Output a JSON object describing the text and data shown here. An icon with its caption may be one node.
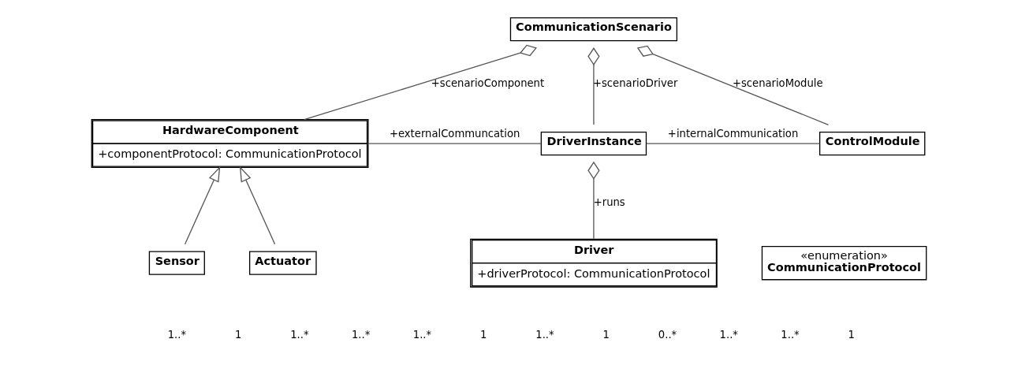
{
  "diagram": {
    "nodes": [
      {
        "text": [
          "CommunicationScenario"
        ]
      },
      {
        "text": [
          "HardwareComponent",
          "+componentProtocol: CommunicationProtocol"
        ]
      },
      {
        "text": [
          "DriverInstance"
        ]
      },
      {
        "text": [
          "ControlModule"
        ]
      },
      {
        "text": [
          "Sensor"
        ]
      },
      {
        "text": [
          "Actuator"
        ]
      },
      {
        "text": [
          "Driver",
          "+driverProtocol: CommunicationProtocol"
        ]
      },
      {
        "text": [
          "«enumeration»",
          "CommunicationProtocol"
        ]
      }
    ],
    "edges": [
      {
        "from": 0,
        "to": 1,
        "arrow": "other",
        "label": "+scenarioComponent"
      },
      {
        "from": 0,
        "to": 2,
        "arrow": "other",
        "label": "+scenarioDriver"
      },
      {
        "from": 0,
        "to": 3,
        "arrow": "other",
        "label": "+scenarioModule"
      },
      {
        "from": 1,
        "to": 2,
        "arrow": "none",
        "label": "+externalCommuncation"
      },
      {
        "from": 2,
        "to": 3,
        "arrow": "none",
        "label": "+internalCommunication"
      },
      {
        "from": 2,
        "to": 6,
        "arrow": "other",
        "label": "+runs"
      },
      {
        "from": 4,
        "to": 1,
        "arrow": "to"
      },
      {
        "from": 5,
        "to": 1,
        "arrow": "to"
      }
    ],
    "labels": [
      "1..*",
      "1",
      "1..*",
      "1..*",
      "1..*",
      "1",
      "1..*",
      "1",
      "0..*",
      "1..*",
      "1..*",
      "1"
    ]
  }
}
